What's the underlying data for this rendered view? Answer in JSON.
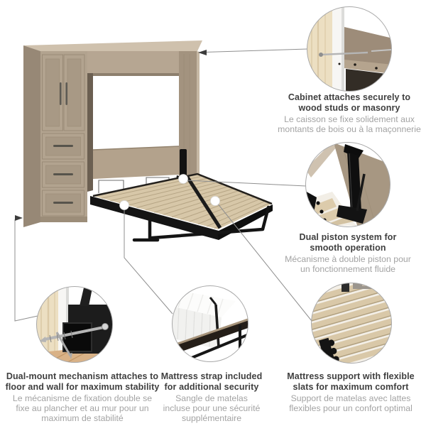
{
  "callouts": {
    "cabinet": {
      "en": "Cabinet attaches securely to\nwood studs or masonry",
      "fr": "Le caisson se fixe solidement aux\nmontants de bois ou à la maçonnerie"
    },
    "piston": {
      "en": "Dual piston system for\nsmooth operation",
      "fr": "Mécanisme à double piston pour\nun fonctionnement fluide"
    },
    "dual_mount": {
      "en": "Dual-mount mechanism attaches to\nfloor and wall for maximum stability",
      "fr": "Le mécanisme de fixation double se\nfixe au plancher et au mur pour un\nmaximum de stabilité"
    },
    "strap": {
      "en": "Mattress strap included\nfor additional security",
      "fr": "Sangle de matelas\nincluse pour une sécurité\nsupplémentaire"
    },
    "slats": {
      "en": "Mattress support with flexible\nslats for maximum comfort",
      "fr": "Support de matelas avec lattes\nflexibles pour un confort optimal"
    }
  },
  "colors": {
    "text_en": "#3f3f3f",
    "text_fr": "#a3a3a3",
    "leader_line": "#8f8f8f",
    "arrow": "#3c3c3c",
    "circle_ring": "#a9a9a9",
    "wood_top": "#cfc1ad",
    "wood_front": "#b2a38f",
    "wood_side": "#978876",
    "wood_recessed": "#a89985",
    "wood_header": "#b6a692",
    "wood_interior": "#a3937f",
    "wood_back": "#b3a28c",
    "deck": "#d7c7a8",
    "deck_slat_line": "#b6a585",
    "metal_frame": "#141414",
    "stud_wood": "#ecdfc2",
    "floor_wood": "#d9b287",
    "mattress": "#f1f1ef",
    "screw_metal": "#b5b5b5"
  }
}
